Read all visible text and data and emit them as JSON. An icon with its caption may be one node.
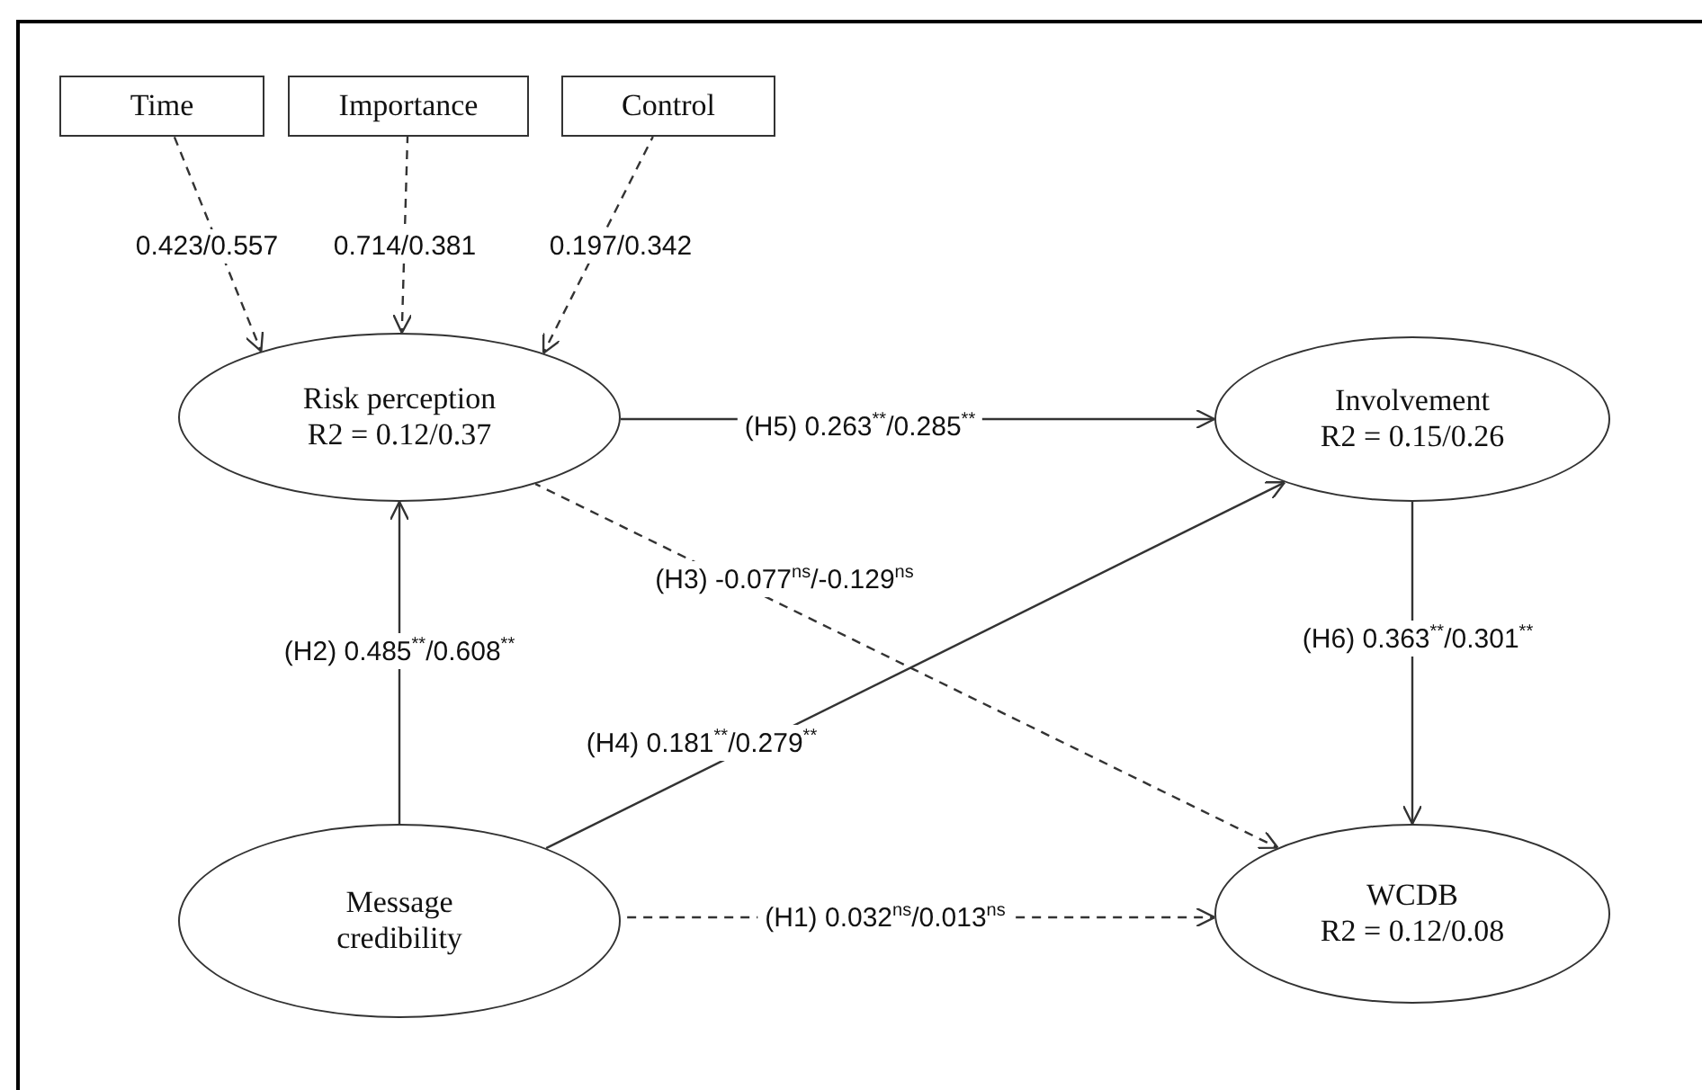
{
  "diagram": {
    "nodes": [
      {
        "text": [
          "Time"
        ]
      },
      {
        "text": [
          "Importance"
        ]
      },
      {
        "text": [
          "Control"
        ]
      },
      {
        "text": [
          "Risk perception",
          "R2 = 0.12/0.37"
        ]
      },
      {
        "text": [
          "Involvement",
          "R2 = 0.15/0.26"
        ]
      },
      {
        "text": [
          "Message credibility"
        ]
      },
      {
        "text": [
          "WCDB",
          "R2 = 0.12/0.08"
        ]
      }
    ],
    "edges": [
      {
        "from": 0,
        "to": 3,
        "arrow": "to",
        "style": "dashed",
        "label": "0.423/0.557"
      },
      {
        "from": 1,
        "to": 3,
        "arrow": "to",
        "style": "dashed",
        "label": "0.714/0.381"
      },
      {
        "from": 2,
        "to": 3,
        "arrow": "to",
        "style": "dashed",
        "label": "0.197/0.342"
      },
      {
        "from": 3,
        "to": 4,
        "arrow": "to",
        "label": "(H5) 0.263$^{**}$/0.285$^{**}$"
      },
      {
        "from": 3,
        "to": 6,
        "arrow": "to",
        "style": "dashed",
        "label": "(H3) -0.077$^{ns}$/-0.129$^{ns}$"
      },
      {
        "from": 5,
        "to": 3,
        "arrow": "to",
        "label": "(H2) 0.485$^{**}$/0.608$^{**}$"
      },
      {
        "from": 5,
        "to": 4,
        "arrow": "to",
        "label": "(H4) 0.181$^{**}$/0.279$^{**}$"
      },
      {
        "from": 4,
        "to": 6,
        "arrow": "to",
        "label": "(H6) 0.363$^{**}$/0.301$^{**}$"
      },
      {
        "from": 5,
        "to": 6,
        "arrow": "to",
        "style": "dashed",
        "label": "(H1) 0.032$^{ns}$/0.013$^{ns}$"
      }
    ]
  }
}
